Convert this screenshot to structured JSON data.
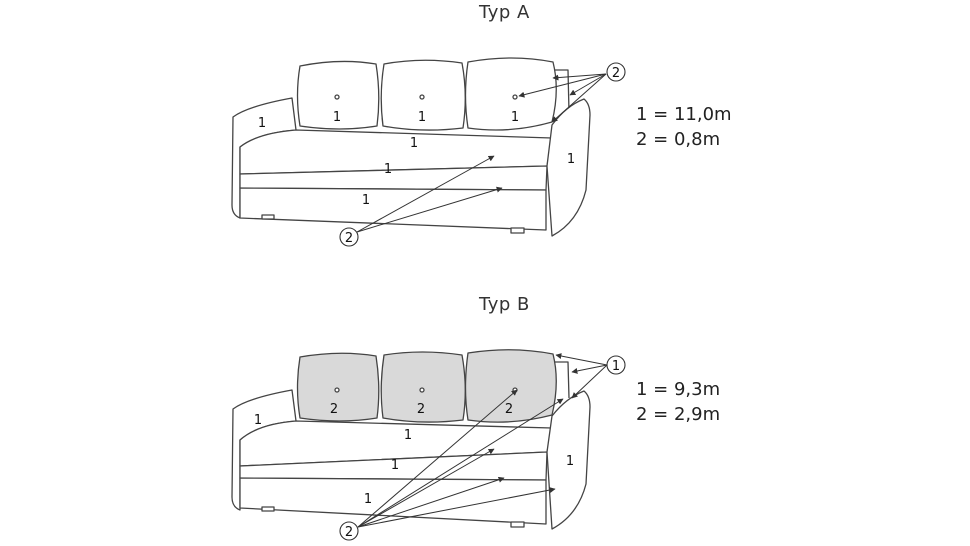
{
  "diagram_a": {
    "title": "Typ A",
    "legend": [
      "1 = 11,0m",
      "2 = 0,8m"
    ],
    "labels": {
      "cushion_left": "1",
      "cushion_mid": "1",
      "cushion_right": "1",
      "arm_left": "1",
      "arm_right": "1",
      "seat": "1",
      "front": "1",
      "base": "1"
    },
    "callouts": [
      "2",
      "2"
    ],
    "colors": {
      "cushion_fill": "#ffffff",
      "stroke": "#444444"
    }
  },
  "diagram_b": {
    "title": "Typ B",
    "legend": [
      "1 = 9,3m",
      "2 = 2,9m"
    ],
    "labels": {
      "cushion_left": "2",
      "cushion_mid": "2",
      "cushion_right": "2",
      "arm_left": "1",
      "arm_right": "1",
      "seat": "1",
      "front": "1",
      "base": "1"
    },
    "callouts": [
      "1",
      "2"
    ],
    "colors": {
      "cushion_fill": "#d9d9d9",
      "stroke": "#444444"
    }
  }
}
